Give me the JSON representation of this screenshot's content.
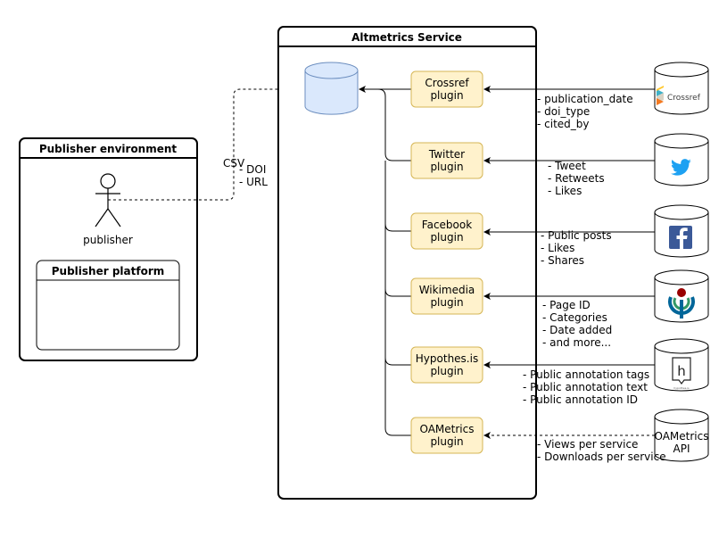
{
  "publisher_env": {
    "title": "Publisher environment",
    "actor_label": "publisher",
    "platform_title": "Publisher platform"
  },
  "csv_link": {
    "label": "CSV",
    "fields": [
      "- DOI",
      "- URL"
    ]
  },
  "service": {
    "title": "Altmetrics Service"
  },
  "plugins": [
    {
      "lines": [
        "Crossref",
        "plugin"
      ]
    },
    {
      "lines": [
        "Twitter",
        "plugin"
      ]
    },
    {
      "lines": [
        "Facebook",
        "plugin"
      ]
    },
    {
      "lines": [
        "Wikimedia",
        "plugin"
      ]
    },
    {
      "lines": [
        "Hypothes.is",
        "plugin"
      ]
    },
    {
      "lines": [
        "OAMetrics",
        "plugin"
      ]
    }
  ],
  "sources": [
    {
      "name": "Crossref",
      "icon": "crossref-logo",
      "fields": [
        "- publication_date",
        "- doi_type",
        "- cited_by"
      ]
    },
    {
      "name": "Twitter",
      "icon": "twitter-bird-icon",
      "fields": [
        "- Tweet",
        "- Retweets",
        "- Likes"
      ]
    },
    {
      "name": "Facebook",
      "icon": "facebook-f-icon",
      "fields": [
        "- Public posts",
        "- Likes",
        "- Shares"
      ]
    },
    {
      "name": "Wikimedia",
      "icon": "wikimedia-logo-icon",
      "fields": [
        "- Page ID",
        "- Categories",
        "- Date added",
        "- and more..."
      ]
    },
    {
      "name": "Hypothes.is",
      "icon": "hypothesis-logo-icon",
      "fields": [
        "- Public annotation tags",
        "- Public annotation text",
        "- Public annotation ID"
      ]
    },
    {
      "name": "OAMetrics API",
      "label_lines": [
        "OAMetrics",
        "API"
      ],
      "fields": [
        "- Views per service",
        "- Downloads per service"
      ]
    }
  ],
  "colors": {
    "plugin_fill": "#fff2cc",
    "plugin_stroke": "#d6b656",
    "db_fill": "#dae8fc",
    "db_stroke": "#6c8ebf",
    "twitter_blue": "#1da1f2",
    "facebook_blue": "#3b5998",
    "wikimedia_red": "#990000",
    "wikimedia_green": "#339966",
    "wikimedia_blue": "#006699"
  }
}
